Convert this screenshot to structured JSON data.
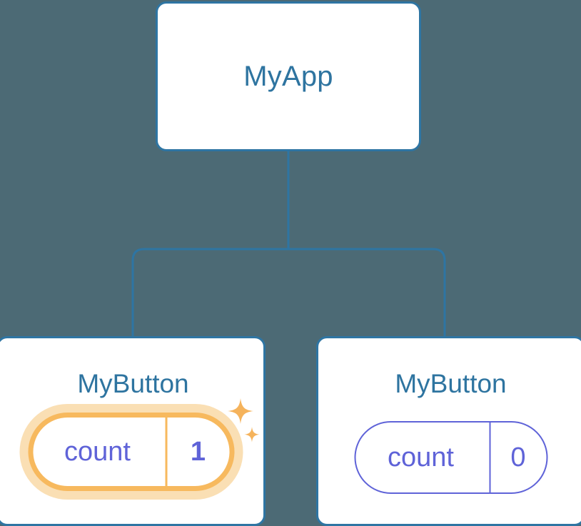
{
  "diagram": {
    "type": "component-tree",
    "title": "MyApp",
    "background_color": "#4c6a75",
    "node_border_color": "#2e75a3",
    "node_label_color": "#2e74a0",
    "connector_color": "#2e75a3",
    "highlight_color": "#f7b95e",
    "highlight_glow_color": "#fadfb4",
    "state_color": "#5f63d8"
  },
  "root": {
    "label": "MyApp"
  },
  "children": [
    {
      "label": "MyButton",
      "state_key": "count",
      "state_value": "1",
      "highlighted": true,
      "sparkles": true
    },
    {
      "label": "MyButton",
      "state_key": "count",
      "state_value": "0",
      "highlighted": false,
      "sparkles": false
    }
  ],
  "icons": {
    "sparkle_large": "sparkle-icon",
    "sparkle_small": "sparkle-icon-small"
  }
}
